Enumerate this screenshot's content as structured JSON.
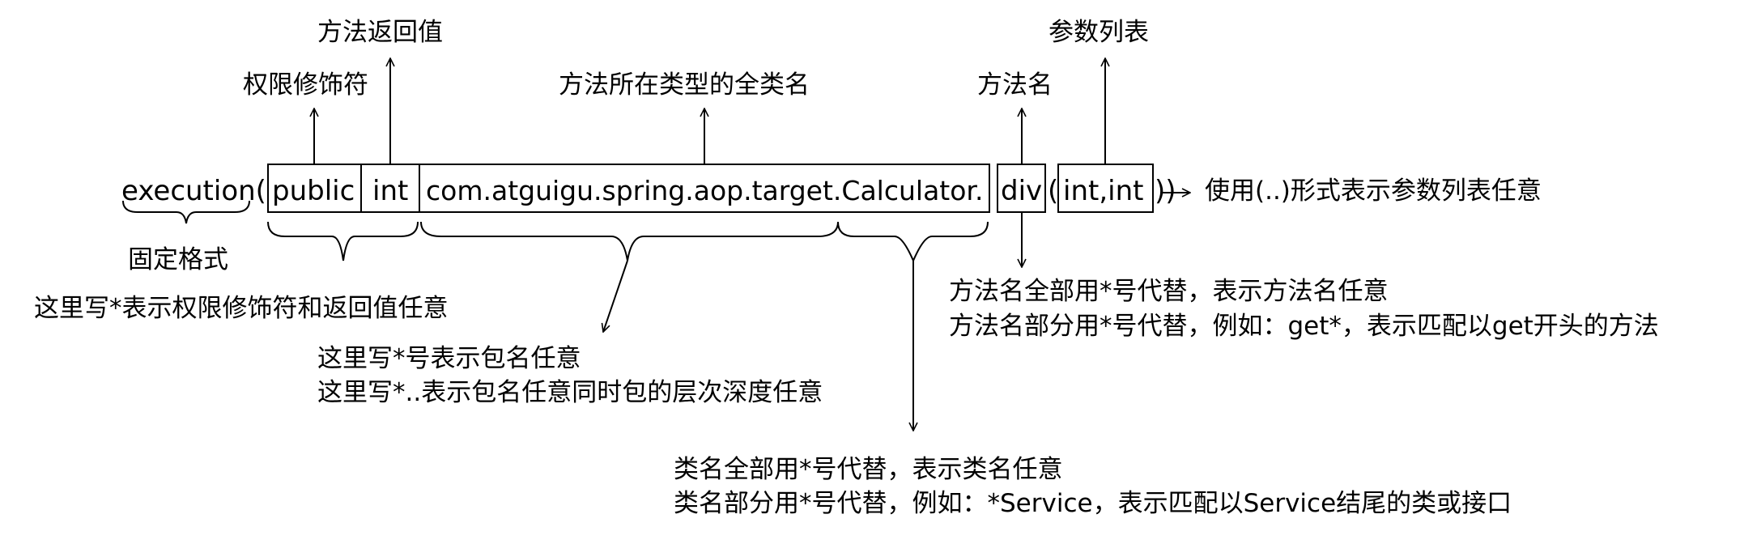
{
  "expression": {
    "prefix": "execution(",
    "open_paren": "(",
    "modifier": "public",
    "return_type": "int",
    "class_full_name": "com.atguigu.spring.aop.target.Calculator.",
    "method_name": "div",
    "param_open": "(",
    "params": "int,int",
    "close_parens": "))"
  },
  "labels": {
    "method_return_value": "方法返回值",
    "access_modifier": "权限修饰符",
    "full_class_name": "方法所在类型的全类名",
    "method_name": "方法名",
    "param_list": "参数列表",
    "fixed_format": "固定格式",
    "modifier_return_any": "这里写*表示权限修饰符和返回值任意",
    "package_any": "这里写*号表示包名任意",
    "package_depth_any": "这里写*..表示包名任意同时包的层次深度任意",
    "class_all_star": "类名全部用*号代替，表示类名任意",
    "class_partial_star": "类名部分用*号代替，例如：*Service，表示匹配以Service结尾的类或接口",
    "method_all_star": "方法名全部用*号代替，表示方法名任意",
    "method_partial_star": "方法名部分用*号代替，例如：get*，表示匹配以get开头的方法",
    "params_any": "使用(..)形式表示参数列表任意"
  }
}
